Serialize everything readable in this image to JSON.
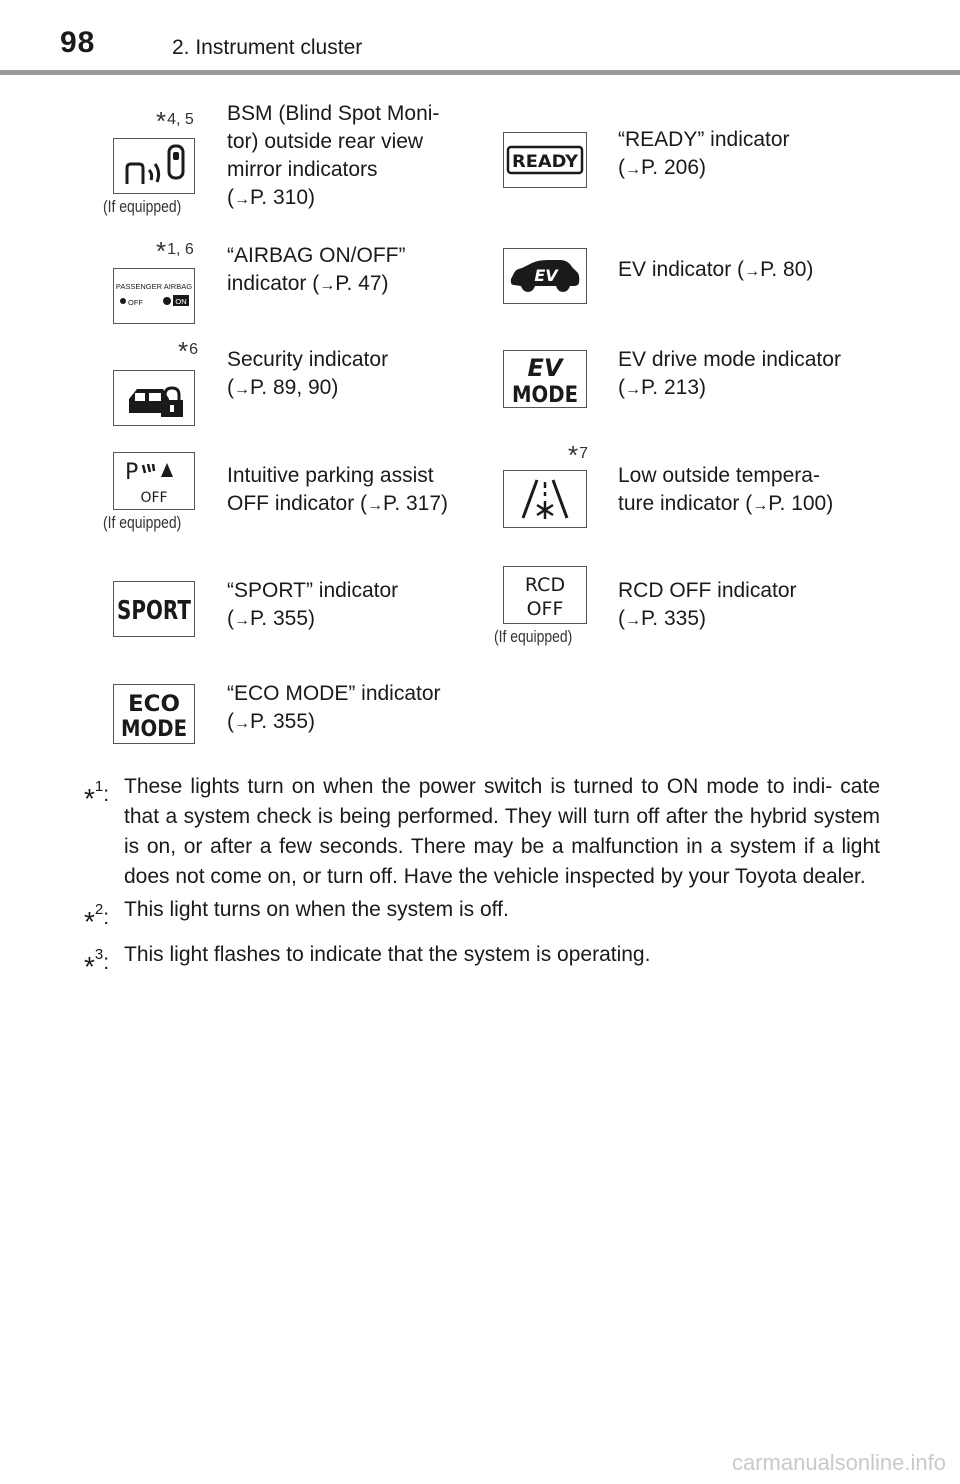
{
  "header": {
    "page_number": "98",
    "section_title": "2. Instrument cluster"
  },
  "if_equipped": "(If equipped)",
  "arrow": "→",
  "indicators": [
    {
      "id": "bsm",
      "note": "4, 5",
      "icon": "bsm-mirror-icon",
      "equipped": true,
      "lines": [
        "BSM (Blind Spot Moni-",
        "tor) outside rear view",
        "mirror indicators"
      ],
      "ref": "P. 310)"
    },
    {
      "id": "airbag",
      "note": "1, 6",
      "icon": "airbag-onoff-icon",
      "icon_text": "PASSENGER AIRBAG",
      "icon_off": "OFF",
      "icon_on": "ON",
      "lines": [
        "“AIRBAG ON/OFF”"
      ],
      "lead": "indicator (",
      "ref": "P. 47)"
    },
    {
      "id": "security",
      "note": "6",
      "icon": "security-car-lock-icon",
      "lines": [
        "Security indicator"
      ],
      "ref": "P. 89, 90)"
    },
    {
      "id": "parking",
      "icon": "parking-assist-off-icon",
      "icon_p": "P",
      "icon_off": "OFF",
      "equipped": true,
      "lines": [
        "Intuitive parking assist"
      ],
      "lead": "OFF indicator (",
      "ref": "P. 317)"
    },
    {
      "id": "sport",
      "icon": "sport-icon",
      "icon_text": "SPORT",
      "lines": [
        "“SPORT” indicator"
      ],
      "ref": "P. 355)"
    },
    {
      "id": "eco",
      "icon": "eco-mode-icon",
      "icon_text": "ECO",
      "icon_text2": "MODE",
      "lines": [
        "“ECO MODE” indicator"
      ],
      "ref": "P. 355)"
    },
    {
      "id": "ready",
      "icon": "ready-icon",
      "icon_text": "READY",
      "lines": [
        "“READY” indicator"
      ],
      "ref": "P. 206)"
    },
    {
      "id": "ev",
      "icon": "ev-car-icon",
      "icon_text": "EV",
      "lead": "EV indicator (",
      "ref": "P. 80)"
    },
    {
      "id": "evmode",
      "icon": "ev-mode-icon",
      "icon_text": "EV",
      "icon_text2": "MODE",
      "lines": [
        "EV drive mode indicator"
      ],
      "ref": "P. 213)"
    },
    {
      "id": "lowtemp",
      "note": "7",
      "icon": "low-temperature-icon",
      "lines": [
        "Low outside tempera-"
      ],
      "lead": "ture indicator (",
      "ref": "P. 100)"
    },
    {
      "id": "rcd",
      "icon": "rcd-off-icon",
      "icon_text": "RCD",
      "icon_text2": "OFF",
      "equipped": true,
      "lines": [
        "RCD OFF indicator"
      ],
      "ref": "P. 335)"
    }
  ],
  "footnotes": [
    {
      "num": "1",
      "text": "These lights turn on when the power switch is turned to ON mode to indi- cate that a system check is being performed. They will turn off after the hybrid system is on, or after a few seconds. There may be a malfunction in a system if a light does not come on, or turn off. Have the vehicle inspected by your Toyota dealer."
    },
    {
      "num": "2",
      "text": "This light turns on when the system is off."
    },
    {
      "num": "3",
      "text": "This light flashes to indicate that the system is operating."
    }
  ],
  "watermark": "carmanualsonline.info"
}
